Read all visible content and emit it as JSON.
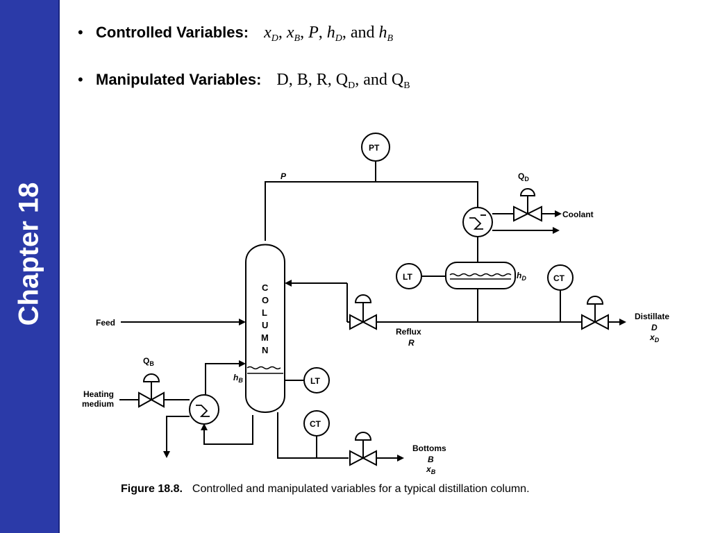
{
  "sidebar": {
    "chapter_label": "Chapter 18"
  },
  "bullets": {
    "controlled": {
      "label": "Controlled Variables:",
      "and_word": "and"
    },
    "manipulated": {
      "label": "Manipulated Variables:",
      "vars": "D, B, R, Q",
      "sub_d": "D",
      "and_word": ", and Q",
      "sub_b": "B"
    }
  },
  "diagram": {
    "labels": {
      "p": "P",
      "pt": "PT",
      "qd": "Q",
      "qd_sub": "D",
      "coolant": "Coolant",
      "lt_top": "LT",
      "hd": "h",
      "hd_sub": "D",
      "ct_top": "CT",
      "feed": "Feed",
      "reflux": "Reflux",
      "reflux_sym": "R",
      "distillate": "Distillate",
      "distillate_sym": "D",
      "distillate_x": "x",
      "distillate_x_sub": "D",
      "qb": "Q",
      "qb_sub": "B",
      "heating_1": "Heating",
      "heating_2": "medium",
      "hb": "h",
      "hb_sub": "B",
      "lt_bottom": "LT",
      "ct_bottom": "CT",
      "bottoms": "Bottoms",
      "bottoms_sym": "B",
      "bottoms_x": "x",
      "bottoms_x_sub": "B",
      "column_letters": [
        "C",
        "O",
        "L",
        "U",
        "M",
        "N"
      ]
    }
  },
  "caption": {
    "figure_label": "Figure 18.8.",
    "text": "Controlled and manipulated variables for a typical distillation column."
  }
}
